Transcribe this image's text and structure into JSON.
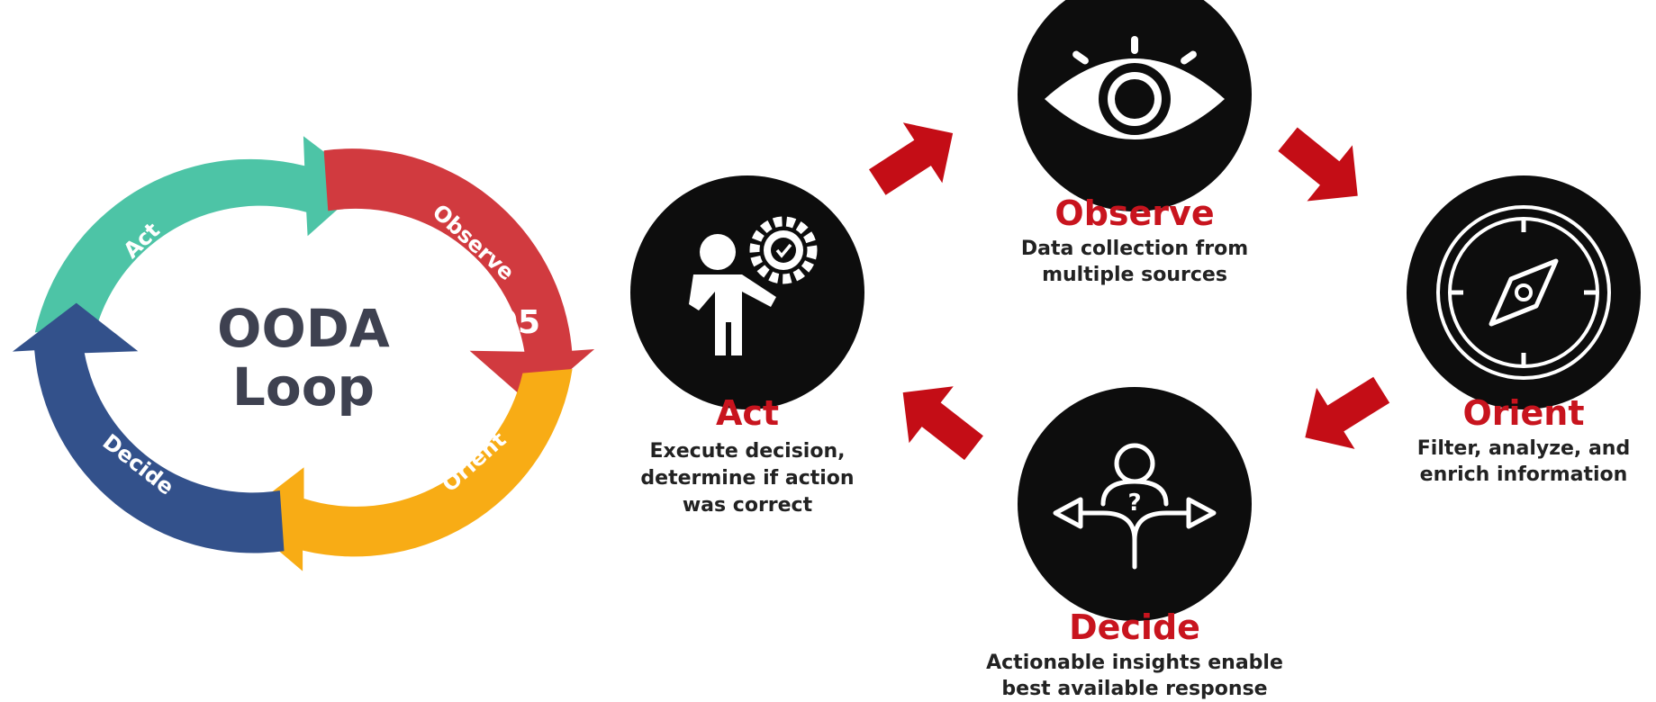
{
  "cycle": {
    "title_line1": "OODA",
    "title_line2": "Loop",
    "badge": "05",
    "segments": {
      "act": "Act",
      "observe": "Observe",
      "orient": "Orient",
      "decide": "Decide"
    },
    "colors": {
      "act": "#4dc4a6",
      "observe": "#d13a3f",
      "orient": "#f8ac15",
      "decide": "#33518b"
    }
  },
  "stages": {
    "observe": {
      "title": "Observe",
      "desc": [
        "Data collection from",
        "multiple sources"
      ]
    },
    "orient": {
      "title": "Orient",
      "desc": [
        "Filter, analyze, and",
        "enrich information"
      ]
    },
    "decide": {
      "title": "Decide",
      "desc": [
        "Actionable insights enable",
        "best available response"
      ]
    },
    "act": {
      "title": "Act",
      "desc": [
        "Execute decision,",
        "determine if action",
        "was correct"
      ]
    }
  },
  "icons": {
    "observe": "eye-icon",
    "orient": "compass-icon",
    "decide": "decision-paths-icon",
    "act": "person-gear-icon"
  },
  "accent_color": "#c8141e"
}
